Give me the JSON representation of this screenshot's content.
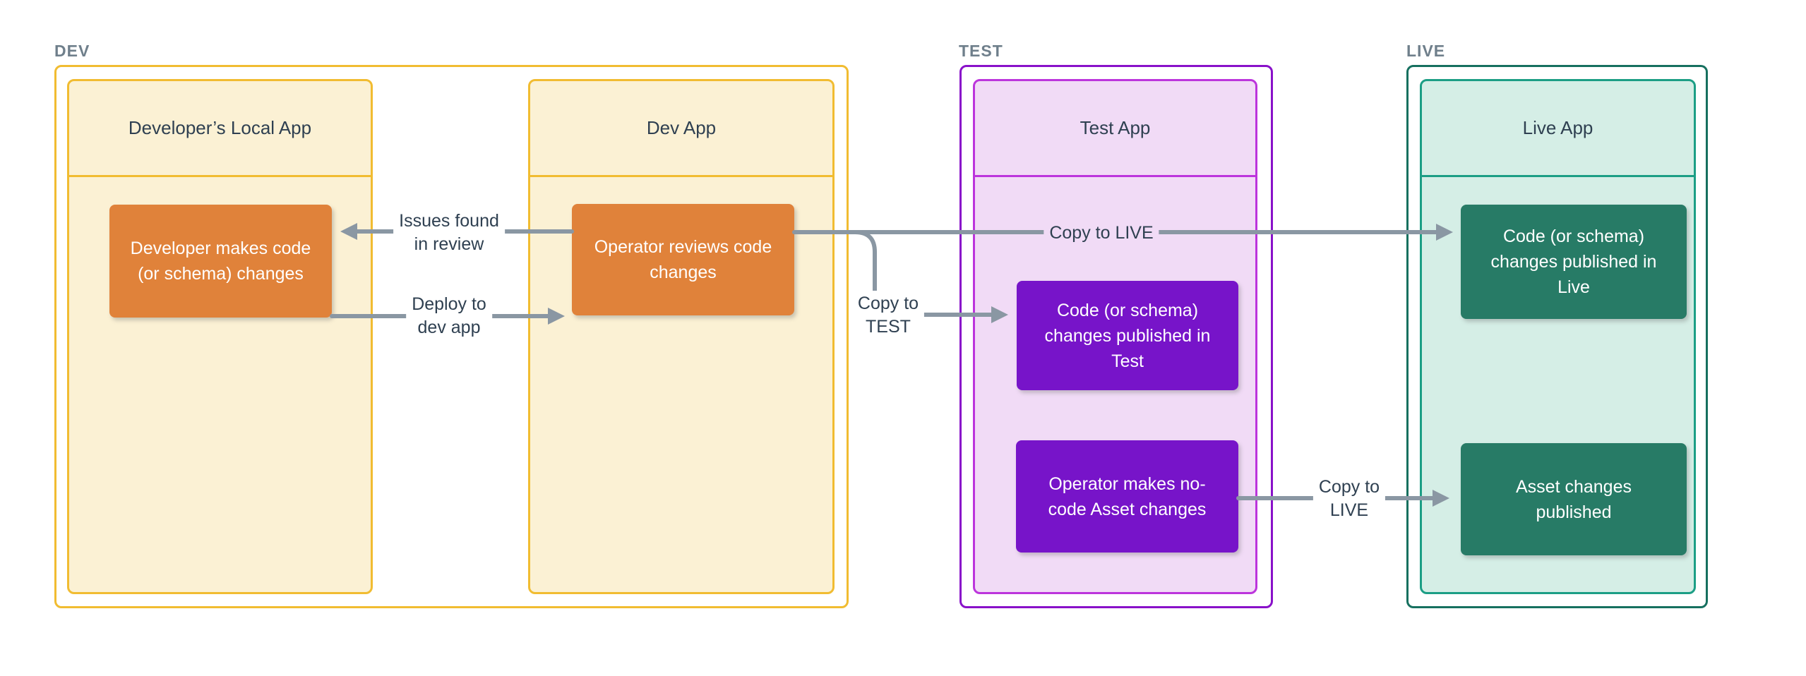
{
  "diagram": {
    "sections": {
      "dev": {
        "label": "DEV"
      },
      "test": {
        "label": "TEST"
      },
      "live": {
        "label": "LIVE"
      }
    },
    "apps": {
      "dev_local": {
        "title": "Developer’s Local App"
      },
      "dev": {
        "title": "Dev App"
      },
      "test": {
        "title": "Test App"
      },
      "live": {
        "title": "Live App"
      }
    },
    "nodes": {
      "dev_changes": {
        "text": "Developer makes code (or schema) changes"
      },
      "operator_reviews": {
        "text": "Operator reviews code changes"
      },
      "test_published": {
        "text": "Code (or schema) changes published in Test"
      },
      "operator_asset": {
        "text": "Operator makes no-code Asset changes"
      },
      "live_published": {
        "text": "Code (or schema) changes published in Live"
      },
      "asset_published": {
        "text": "Asset changes published"
      }
    },
    "edges": {
      "issues": {
        "lines": [
          "Issues found",
          "in review"
        ]
      },
      "deploy": {
        "lines": [
          "Deploy to",
          "dev app"
        ]
      },
      "copy_test": {
        "lines": [
          "Copy to",
          "TEST"
        ]
      },
      "copy_live_main": {
        "lines": [
          "Copy to LIVE"
        ]
      },
      "copy_live_assets": {
        "lines": [
          "Copy to",
          "LIVE"
        ]
      }
    },
    "colors": {
      "dev_border": "#F1BC31",
      "dev_app_fill": "#FBF1D4",
      "dev_node_fill": "#E0823A",
      "test_border": "#8911C9",
      "test_app_border": "#BC35DC",
      "test_app_fill": "#F1DBF6",
      "test_node_fill": "#7714C9",
      "live_border": "#16705F",
      "live_app_border": "#1C9E85",
      "live_app_fill": "#D5EEE6",
      "live_node_fill": "#277B66",
      "arrow": "#8A97A3",
      "section_label_text": "#6F7F8B",
      "dark_text": "#2F4051",
      "node_text": "#FFFFFF"
    }
  }
}
